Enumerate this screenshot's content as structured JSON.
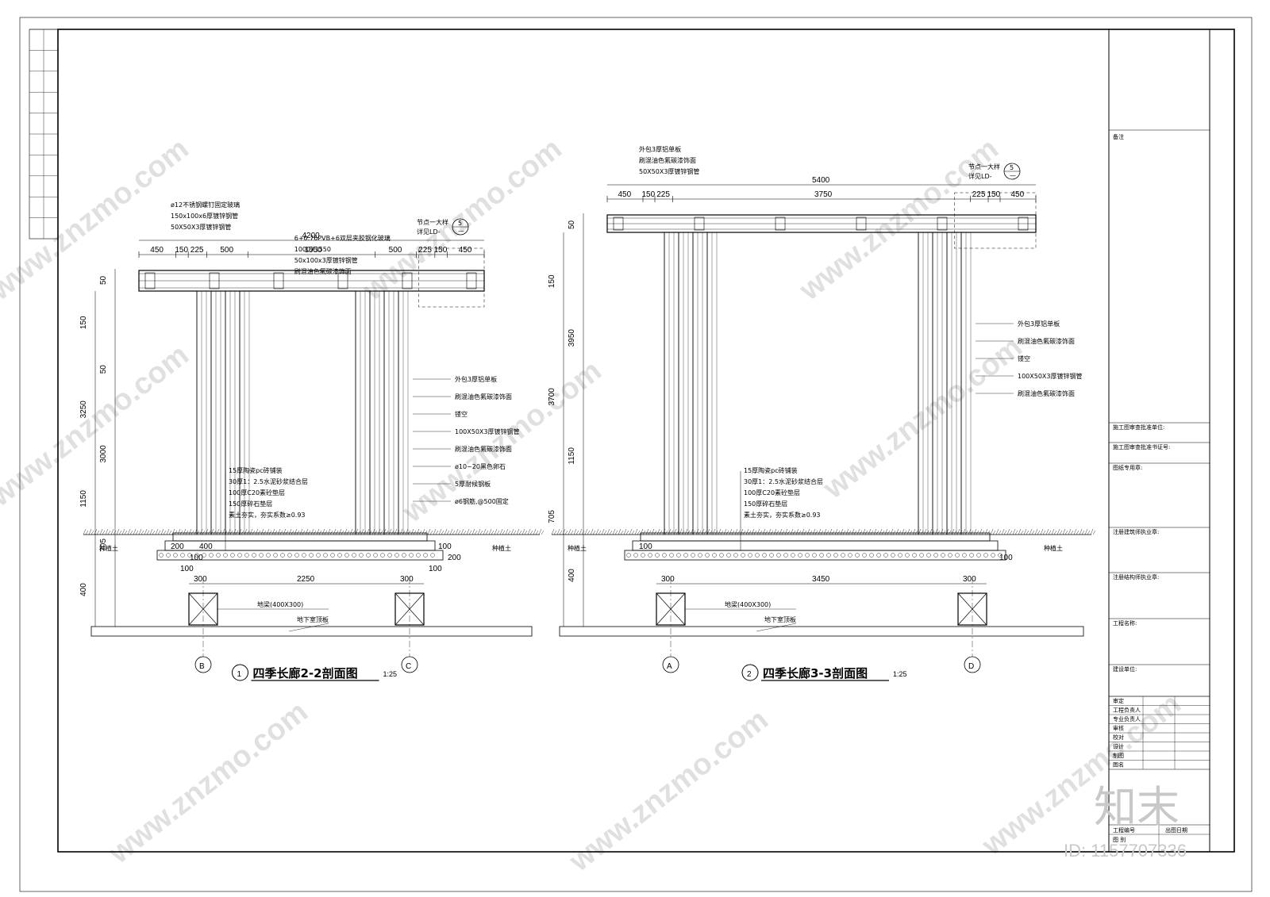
{
  "drawings": [
    {
      "number": "1",
      "title": "四季长廊2-2剖面图",
      "scale": "1:25",
      "top_dims": [
        "450",
        "150",
        "225",
        "500",
        "1550",
        "500",
        "225",
        "150",
        "450"
      ],
      "top_total": "4200",
      "left_dims": [
        "50",
        "150",
        "50",
        "3250",
        "3000",
        "1150",
        "705",
        "400"
      ],
      "bottom_dims": [
        "300",
        "2250",
        "300"
      ],
      "misc_dims": [
        "200",
        "200",
        "100",
        "100",
        "100",
        "100",
        "400"
      ],
      "labels_top": [
        "ø12不锈钢螺钉固定玻璃",
        "150x100x6厚镀锌钢管",
        "50X50X3厚镀锌钢管",
        "6+0.76PVB+6双层夹胶钢化玻璃",
        "1000X1550",
        "50x100x3厚镀锌钢管",
        "刷混油色氟碳漆饰面"
      ],
      "detail_ref": {
        "label": "节点一大样",
        "ref": "详见LD-",
        "num": "5",
        "sheet": "—"
      },
      "labels_right": [
        "外包3厚铝单板",
        "刷混油色氟碳漆饰面",
        "镂空",
        "100X50X3厚镀锌钢管",
        "刷混油色氟碳漆饰面",
        "ø10~20黑色卵石",
        "5厚耐候钢板",
        "ø6钢筋,@500固定"
      ],
      "floor_layers": [
        "15厚陶瓷pc砖铺装",
        "30厚1：2.5水泥砂浆结合层",
        "100厚C20素砼垫层",
        "150厚碎石垫层",
        "素土夯实，夯实系数≥0.93"
      ],
      "soil_label": "种植土",
      "beam_label": "地梁(400X300)",
      "slab_label": "地下室顶板",
      "axes": [
        "B",
        "C"
      ]
    },
    {
      "number": "2",
      "title": "四季长廊3-3剖面图",
      "scale": "1:25",
      "top_dims": [
        "450",
        "150",
        "225",
        "3750",
        "225",
        "150",
        "450"
      ],
      "top_total": "5400",
      "left_dims": [
        "50",
        "150",
        "3950",
        "3700",
        "1150",
        "705",
        "400"
      ],
      "bottom_dims": [
        "300",
        "3450",
        "300"
      ],
      "misc_dims": [
        "100",
        "100"
      ],
      "labels_top": [
        "外包3厚铝单板",
        "刷混油色氟碳漆饰面",
        "50X50X3厚镀锌钢管"
      ],
      "detail_ref": {
        "label": "节点一大样",
        "ref": "详见LD-",
        "num": "5",
        "sheet": "—"
      },
      "labels_right": [
        "外包3厚铝单板",
        "刷混油色氟碳漆饰面",
        "镂空",
        "100X50X3厚镀锌钢管",
        "刷混油色氟碳漆饰面"
      ],
      "floor_layers": [
        "15厚陶瓷pc砖铺装",
        "30厚1：2.5水泥砂浆结合层",
        "100厚C20素砼垫层",
        "150厚碎石垫层",
        "素土夯实，夯实系数≥0.93"
      ],
      "soil_label": "种植土",
      "beam_label": "地梁(400X300)",
      "slab_label": "地下室顶板",
      "axes": [
        "A",
        "D"
      ]
    }
  ],
  "title_block": {
    "remarks": "备注",
    "fields": [
      "施工图审查批准单位:",
      "施工图审查批准书证号:",
      "图纸专用章:",
      "注册建筑师执业章:",
      "注册结构师执业章:",
      "工程名称:",
      "建设单位:"
    ],
    "sign_rows": [
      "审定",
      "工程负责人",
      "专业负责人",
      "审核",
      "校对",
      "设计",
      "制图",
      "图名"
    ],
    "bottom_left": [
      "工程编号",
      "图 别"
    ],
    "bottom_right": "出图日期"
  },
  "watermark": {
    "text": "www.znzmo.com",
    "logo": "知末",
    "id": "ID: 1157707336"
  }
}
